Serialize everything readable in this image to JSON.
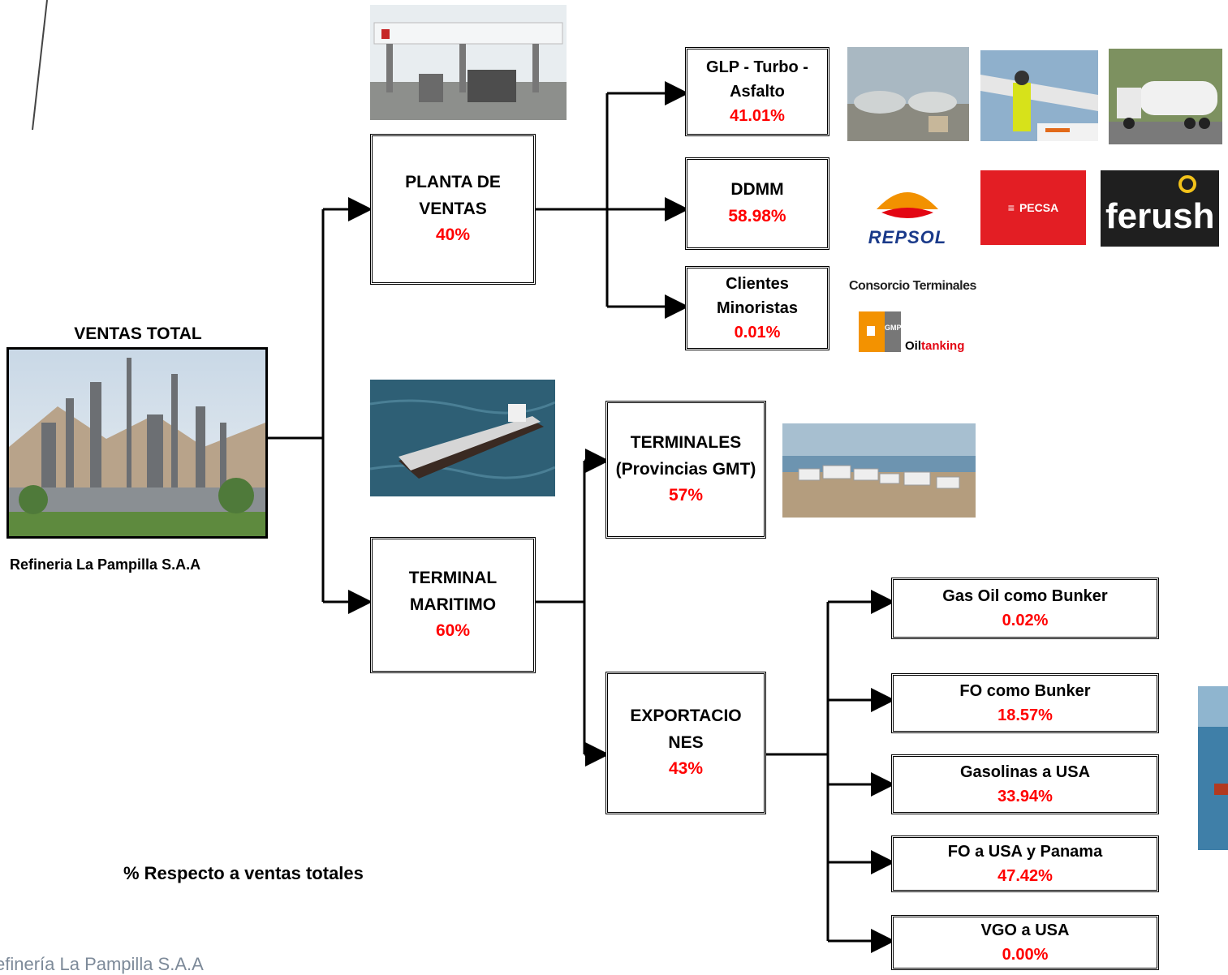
{
  "root": {
    "heading": "VENTAS TOTAL",
    "caption": "Refineria La Pampilla S.A.A"
  },
  "planta": {
    "title": "PLANTA DE VENTAS",
    "pct": "40%"
  },
  "terminal": {
    "title": "TERMINAL MARITIMO",
    "pct": "60%"
  },
  "planta_children": [
    {
      "title": "GLP - Turbo - Asfalto",
      "pct": "41.01%"
    },
    {
      "title": "DDMM",
      "pct": "58.98%"
    },
    {
      "title": "Clientes Minoristas",
      "pct": "0.01%"
    }
  ],
  "terminales": {
    "title": "TERMINALES (Provincias GMT)",
    "pct": "57%"
  },
  "exportaciones": {
    "title": "EXPORTACIO NES",
    "pct": "43%"
  },
  "export_children": [
    {
      "title": "Gas Oil como Bunker",
      "pct": "0.02%"
    },
    {
      "title": "FO como Bunker",
      "pct": "18.57%"
    },
    {
      "title": "Gasolinas a USA",
      "pct": "33.94%"
    },
    {
      "title": "FO a USA y Panama",
      "pct": "47.42%"
    },
    {
      "title": "VGO a USA",
      "pct": "0.00%"
    }
  ],
  "logos": {
    "repsol": "REPSOL",
    "pecsa": "PECSA",
    "ferush": "ferush",
    "consorcio": "Consorcio Terminales",
    "gmp": "GMP",
    "oiltanking_a": "Oil",
    "oiltanking_b": "tanking"
  },
  "note": "% Respecto a ventas totales",
  "footer": "efinería La Pampilla S.A.A",
  "colors": {
    "percent": "#ff0000",
    "footer": "#7d8a99"
  }
}
